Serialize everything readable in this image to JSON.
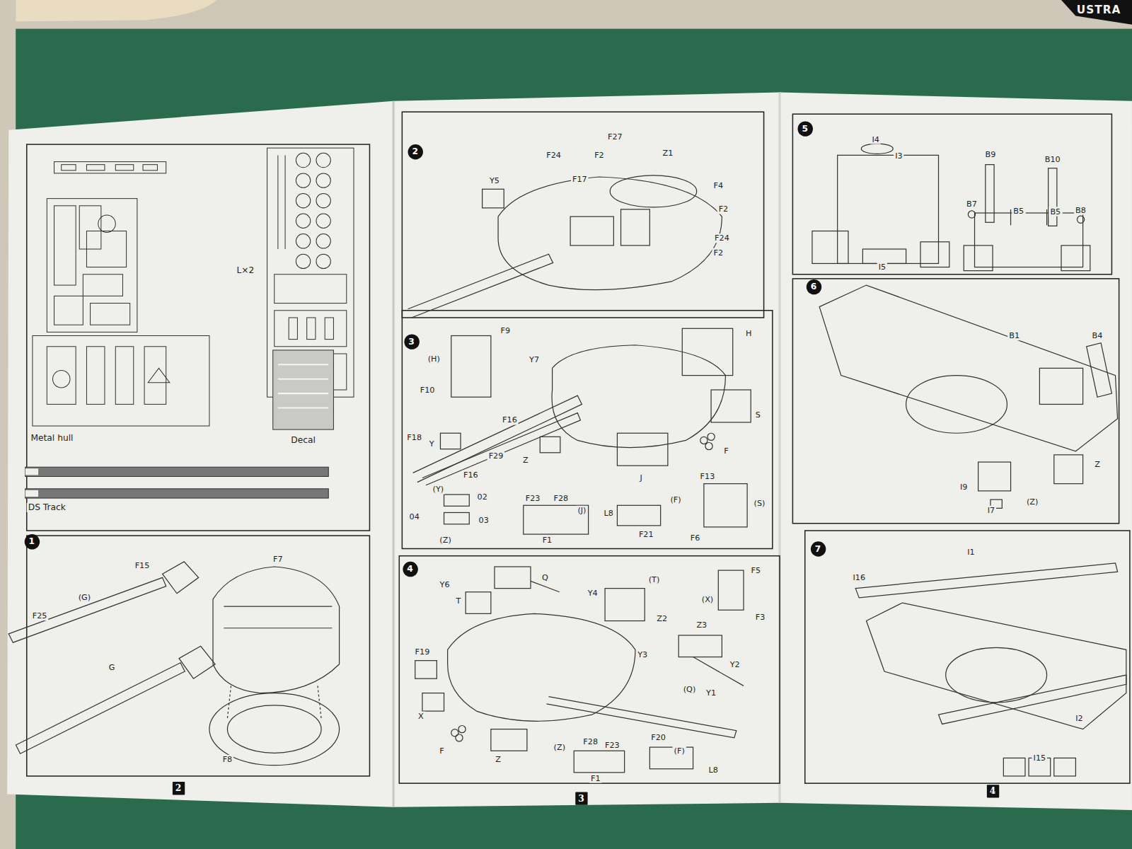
{
  "diagram": {
    "nodes": [
      {
        "text": [
          "1"
        ]
      },
      {
        "text": [
          "2"
        ]
      },
      {
        "text": [
          "3"
        ]
      },
      {
        "text": [
          "4"
        ]
      },
      {
        "text": [
          "5"
        ]
      },
      {
        "text": [
          "6"
        ]
      },
      {
        "text": [
          "7"
        ]
      },
      {
        "text": [
          "2"
        ]
      },
      {
        "text": [
          "3"
        ]
      },
      {
        "text": [
          "4"
        ]
      }
    ],
    "labels": [
      "L×2",
      "Metal hull",
      "Decal",
      "DS Track",
      "F15",
      "F7",
      "(G)",
      "F25",
      "G",
      "F8",
      "F27",
      "Z1",
      "F24",
      "F2",
      "Y5",
      "F17",
      "F4",
      "F2",
      "F24",
      "F2",
      "F9",
      "H",
      "(H)",
      "Y7",
      "F10",
      "S",
      "F16",
      "F18",
      "Y",
      "F",
      "F29",
      "Z",
      "F16",
      "J",
      "F13",
      "(Y)",
      "02",
      "F23",
      "F28",
      "(F)",
      "(S)",
      "(J)",
      "L8",
      "04",
      "03",
      "F21",
      "F6",
      "(Z)",
      "F1",
      "F5",
      "Q",
      "(T)",
      "Y6",
      "Y4",
      "(X)",
      "T",
      "F3",
      "Z2",
      "Z3",
      "F19",
      "Y3",
      "Y2",
      "(Q)",
      "Y1",
      "X",
      "F28",
      "F23",
      "F20",
      "(Z)",
      "F",
      "(F)",
      "Z",
      "L8",
      "F1",
      "I4",
      "B9",
      "I3",
      "B10",
      "B7",
      "B8",
      "B5",
      "B5",
      "I5",
      "B1",
      "B4",
      "Z",
      "I9",
      "(Z)",
      "I7",
      "I1",
      "I16",
      "I2",
      "I15",
      "USTRA"
    ]
  }
}
